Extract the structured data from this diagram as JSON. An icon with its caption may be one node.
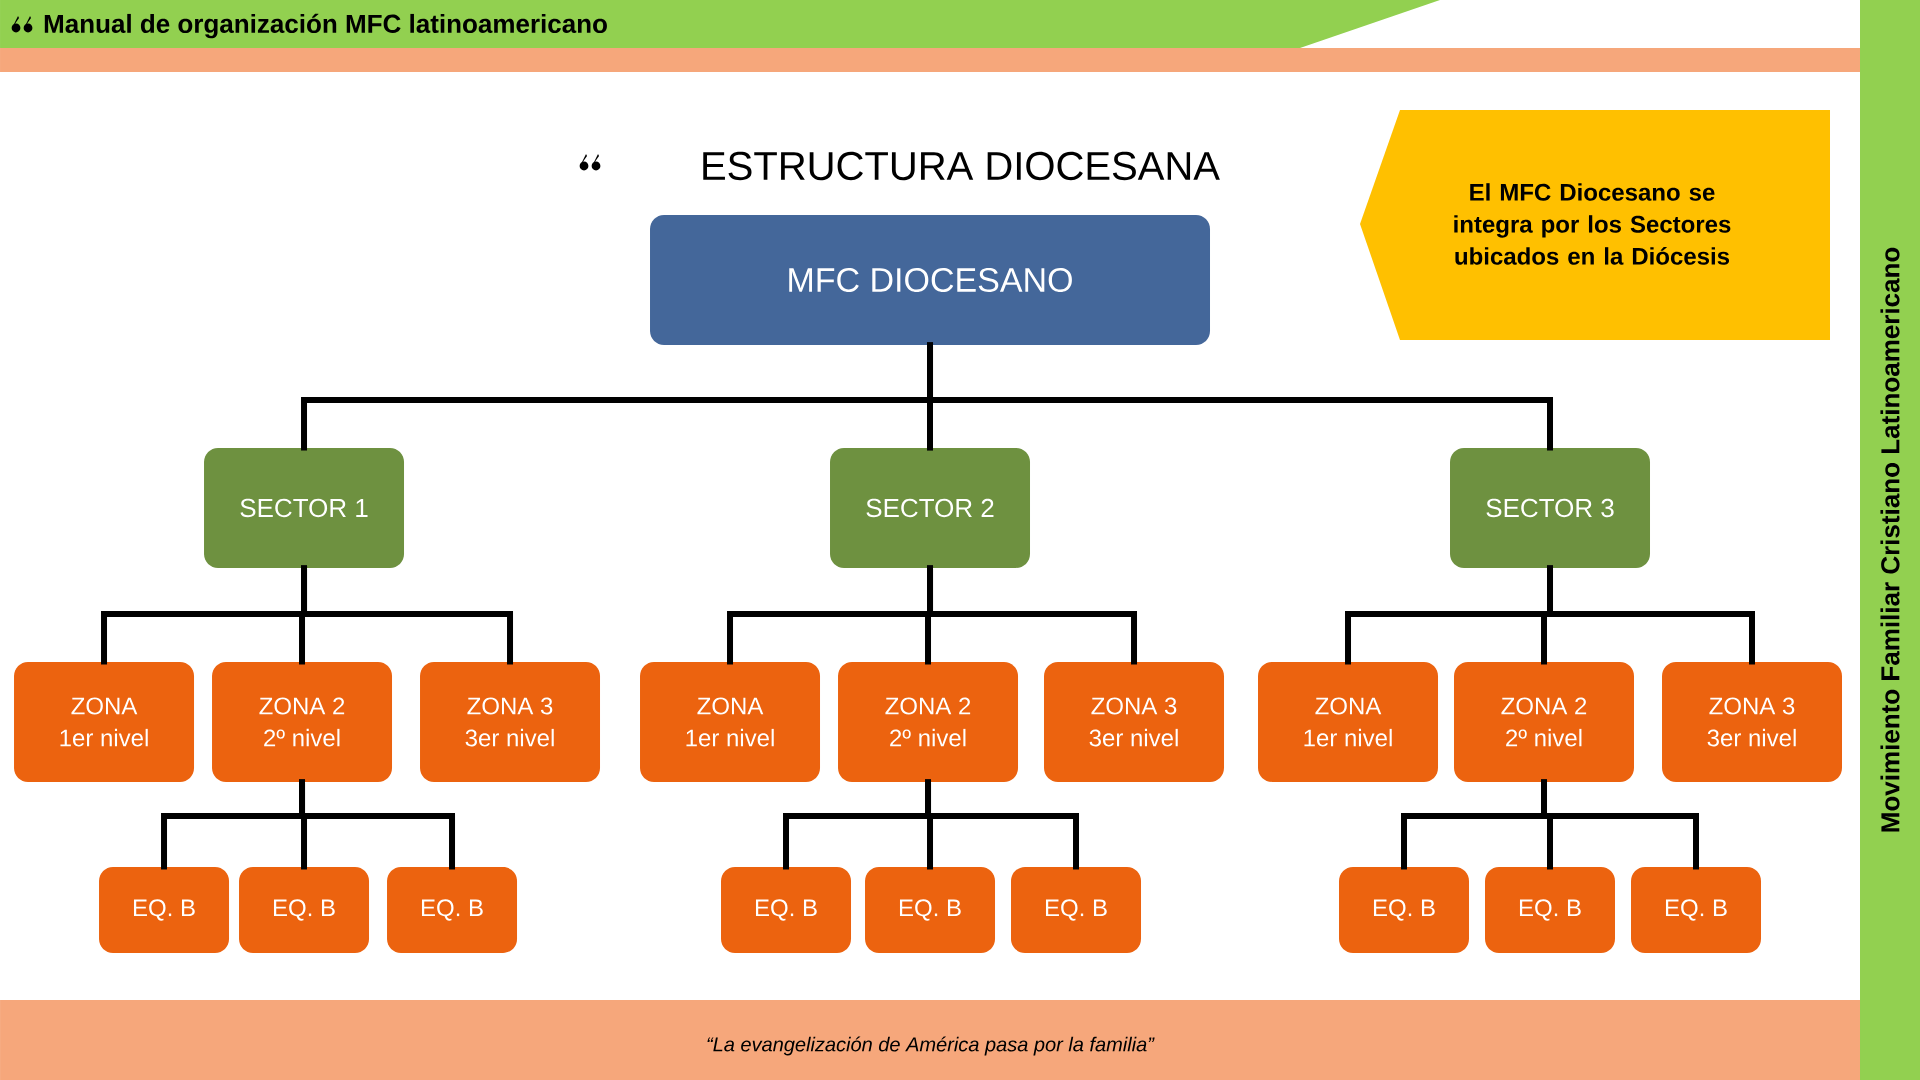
{
  "diagram": {
    "title": "ESTRUCTURA DIOCESANA",
    "nodes": [
      {
        "text": [
          "MFC DIOCESANO"
        ]
      },
      {
        "text": [
          "El MFC Diocesano se integra por los Sectores ubicados en la Diócesis"
        ]
      },
      {
        "text": [
          "SECTOR 1"
        ]
      },
      {
        "text": [
          "SECTOR 2"
        ]
      },
      {
        "text": [
          "SECTOR 3"
        ]
      },
      {
        "text": [
          "ZONA",
          "1er nivel"
        ]
      },
      {
        "text": [
          "ZONA 2",
          "2º nivel"
        ]
      },
      {
        "text": [
          "ZONA 3",
          "3er nivel"
        ]
      },
      {
        "text": [
          "ZONA",
          "1er nivel"
        ]
      },
      {
        "text": [
          "ZONA 2",
          "2º nivel"
        ]
      },
      {
        "text": [
          "ZONA 3",
          "3er nivel"
        ]
      },
      {
        "text": [
          "ZONA",
          "1er nivel"
        ]
      },
      {
        "text": [
          "ZONA 2",
          "2º nivel"
        ]
      },
      {
        "text": [
          "ZONA 3",
          "3er nivel"
        ]
      },
      {
        "text": [
          "EQ. B"
        ]
      },
      {
        "text": [
          "EQ. B"
        ]
      },
      {
        "text": [
          "EQ. B"
        ]
      },
      {
        "text": [
          "EQ. B"
        ]
      },
      {
        "text": [
          "EQ. B"
        ]
      },
      {
        "text": [
          "EQ. B"
        ]
      },
      {
        "text": [
          "EQ. B"
        ]
      },
      {
        "text": [
          "EQ. B"
        ]
      },
      {
        "text": [
          "EQ. B"
        ]
      }
    ],
    "edges": [
      {
        "from": 0,
        "to": 2,
        "arrow": "none"
      },
      {
        "from": 0,
        "to": 3,
        "arrow": "none"
      },
      {
        "from": 0,
        "to": 4,
        "arrow": "none"
      },
      {
        "from": 2,
        "to": 5,
        "arrow": "none"
      },
      {
        "from": 2,
        "to": 6,
        "arrow": "none"
      },
      {
        "from": 2,
        "to": 7,
        "arrow": "none"
      },
      {
        "from": 3,
        "to": 8,
        "arrow": "none"
      },
      {
        "from": 3,
        "to": 9,
        "arrow": "none"
      },
      {
        "from": 3,
        "to": 10,
        "arrow": "none"
      },
      {
        "from": 4,
        "to": 11,
        "arrow": "none"
      },
      {
        "from": 4,
        "to": 12,
        "arrow": "none"
      },
      {
        "from": 4,
        "to": 13,
        "arrow": "none"
      },
      {
        "from": 6,
        "to": 14,
        "arrow": "none"
      },
      {
        "from": 6,
        "to": 15,
        "arrow": "none"
      },
      {
        "from": 6,
        "to": 16,
        "arrow": "none"
      },
      {
        "from": 9,
        "to": 17,
        "arrow": "none"
      },
      {
        "from": 9,
        "to": 18,
        "arrow": "none"
      },
      {
        "from": 9,
        "to": 19,
        "arrow": "none"
      },
      {
        "from": 12,
        "to": 20,
        "arrow": "none"
      },
      {
        "from": 12,
        "to": 21,
        "arrow": "none"
      },
      {
        "from": 12,
        "to": 22,
        "arrow": "none"
      }
    ],
    "labels": [
      "Manual de organización MFC latinoamericano",
      "Movimiento Familiar Cristiano Latinoamericano",
      "“La evangelización de América pasa por la familia”"
    ]
  }
}
